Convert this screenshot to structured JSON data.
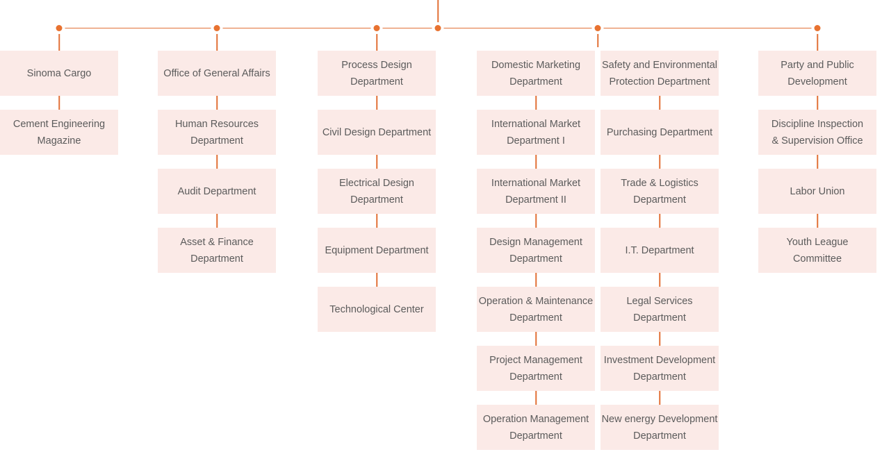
{
  "palette": {
    "background": "#ffffff",
    "connector_line": "#e27036",
    "junction_dot": "#e87230",
    "node_background": "#fbeae7",
    "node_text": "#5b5b5b"
  },
  "columns": [
    {
      "name": "column-1",
      "items": [
        "Sinoma Cargo",
        "Cement Engineering\nMagazine"
      ]
    },
    {
      "name": "column-2",
      "items": [
        "Office of General Affairs",
        "Human Resources\nDepartment",
        "Audit Department",
        "Asset & Finance\nDepartment"
      ]
    },
    {
      "name": "column-3",
      "items": [
        "Process Design\nDepartment",
        "Civil Design Department",
        "Electrical Design\nDepartment",
        "Equipment Department",
        "Technological Center"
      ]
    },
    {
      "name": "column-4",
      "items": [
        "Domestic Marketing\nDepartment",
        "International Market\nDepartment I",
        "International Market\nDepartment II",
        "Design Management\nDepartment",
        "Operation & Maintenance\nDepartment",
        "Project Management\nDepartment",
        "Operation Management\nDepartment"
      ]
    },
    {
      "name": "column-5",
      "items": [
        "Safety and Environmental\nProtection Department",
        "Purchasing Department",
        "Trade & Logistics\nDepartment",
        "I.T. Department",
        "Legal Services\nDepartment",
        "Investment Development\nDepartment",
        "New energy Development\nDepartment"
      ]
    },
    {
      "name": "column-6",
      "items": [
        "Party and Public\nDevelopment",
        "Discipline Inspection\n& Supervision Office",
        "Labor Union",
        "Youth League\nCommittee"
      ]
    }
  ]
}
